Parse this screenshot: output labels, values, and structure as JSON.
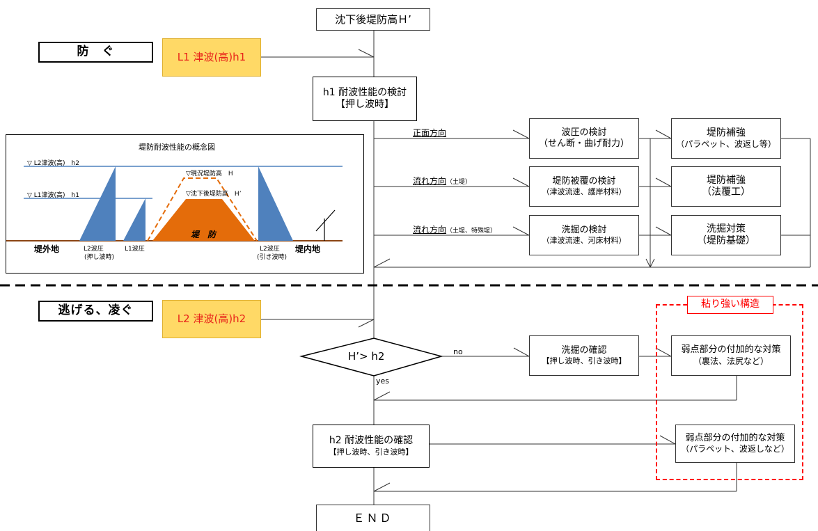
{
  "start": "沈下後堤防高Ｈ’",
  "end": "ＥＮＤ",
  "sections": {
    "defend": "防　ぐ",
    "escape": "逃げる、凌ぐ"
  },
  "inputs": {
    "l1": "L1 津波(高)h1",
    "l2": "L2 津波(高)h2"
  },
  "h1_check": {
    "line1": "h1 耐波性能の検討",
    "line2": "【押し波時】"
  },
  "directions": {
    "front": "正面方向",
    "flow1": "流れ方向",
    "flow1_note": "（土堤）",
    "flow2": "流れ方向",
    "flow2_note": "（土堤、特殊堤）"
  },
  "checks": {
    "pressure": {
      "line1": "波圧の検討",
      "line2": "（せん断・曲げ耐力）"
    },
    "coating": {
      "line1": "堤防被覆の検討",
      "line2": "（津波流速、護岸材料）"
    },
    "scour": {
      "line1": "洗掘の検討",
      "line2": "（津波流速、河床材料）"
    }
  },
  "measures": {
    "reinforce1": {
      "line1": "堤防補強",
      "line2": "（パラペット、波返し等）"
    },
    "reinforce2": {
      "line1": "堤防補強",
      "line2": "（法覆工）"
    },
    "scour_measure": {
      "line1": "洗掘対策",
      "line2": "（堤防基礎）"
    }
  },
  "decision": {
    "text": "H’> h2",
    "no": "no",
    "yes": "yes"
  },
  "scour_confirm": {
    "line1": "洗掘の確認",
    "line2": "【押し波時、引き波時】"
  },
  "resilient": {
    "title": "粘り強い構造",
    "weak1": {
      "line1": "弱点部分の付加的な対策",
      "line2": "（裏法、法尻など）"
    },
    "weak2": {
      "line1": "弱点部分の付加的な対策",
      "line2": "（パラペット、波返しなど）"
    }
  },
  "h2_check": {
    "line1": "h2 耐波性能の確認",
    "line2": "【押し波時、引き波時】"
  },
  "concept": {
    "title": "堤防耐波性能の概念図",
    "l2_level": "▽ L2津波(高)　h2",
    "l1_level": "▽ L1津波(高)　h1",
    "current_height": "▽現況堤防高　H",
    "settled_height": "▽沈下後堤防高　H’",
    "levee": "堤　防",
    "outside": "堤外地",
    "inside": "堤内地",
    "l2_push": "L2波圧",
    "l2_push_note": "(押し波時)",
    "l1_pressure": "L1波圧",
    "l2_pull": "L2波圧",
    "l2_pull_note": "(引き波時)"
  },
  "colors": {
    "input_fill": "#ffd966",
    "input_text": "#e8231a",
    "levee": "#e46c0a",
    "pressure": "#4f81bd",
    "water_line": "#4f81bd",
    "resilient_border": "#ff0000"
  }
}
